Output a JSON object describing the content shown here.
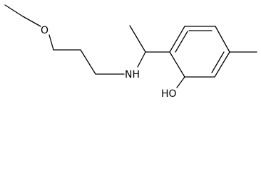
{
  "molecule": {
    "atom_labels": {
      "oxygen_ether": "O",
      "nitrogen_amine": "NH",
      "oxygen_hydroxyl": "HO"
    }
  },
  "colors": {
    "bond": "#000000",
    "text": "#000000",
    "background": "#ffffff"
  }
}
